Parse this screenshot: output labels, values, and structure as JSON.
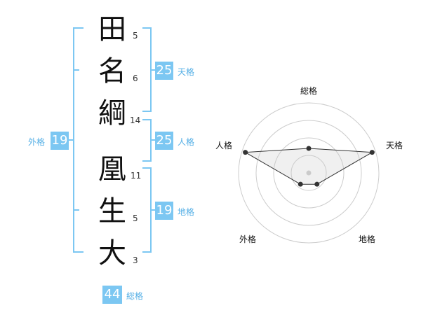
{
  "colors": {
    "accent": "#7cc7f2",
    "accent_text": "#56b0e6",
    "char": "#111111"
  },
  "name": {
    "characters": [
      {
        "char": "田",
        "strokes": "5"
      },
      {
        "char": "名",
        "strokes": "6"
      },
      {
        "char": "綱",
        "strokes": "14"
      },
      {
        "char": "凰",
        "strokes": "11"
      },
      {
        "char": "生",
        "strokes": "5"
      },
      {
        "char": "大",
        "strokes": "3"
      }
    ]
  },
  "fortune": {
    "tenkaku": {
      "value": "25",
      "label": "天格"
    },
    "jinkaku": {
      "value": "25",
      "label": "人格"
    },
    "chikaku": {
      "value": "19",
      "label": "地格"
    },
    "gaikaku": {
      "value": "19",
      "label": "外格"
    },
    "soukaku": {
      "value": "44",
      "label": "総格"
    }
  },
  "radar": {
    "axes": [
      "総格",
      "天格",
      "地格",
      "外格",
      "人格"
    ],
    "rings": 4,
    "values": [
      0.35,
      0.95,
      0.2,
      0.2,
      0.95
    ]
  }
}
